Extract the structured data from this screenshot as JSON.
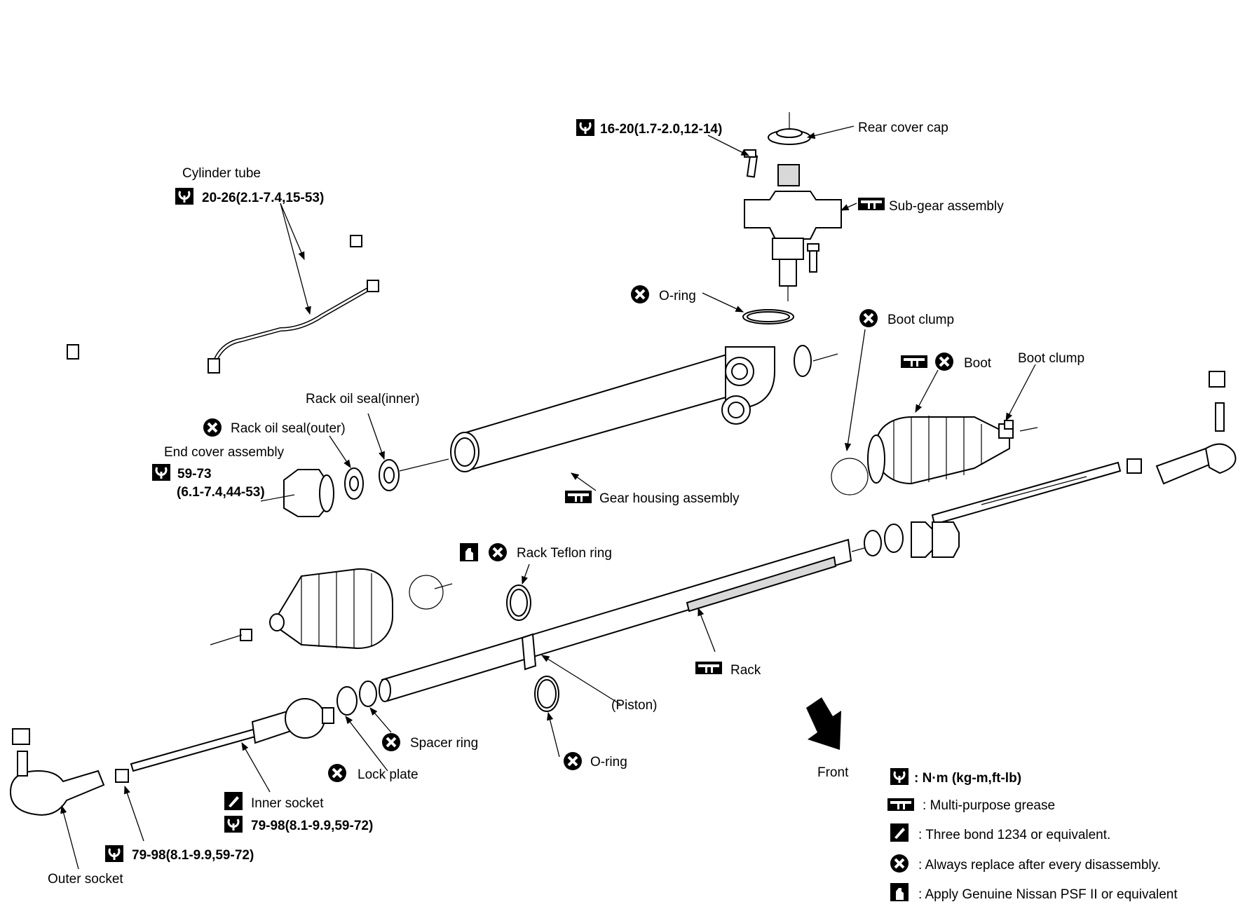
{
  "labels": {
    "rear_cover_cap": "Rear cover cap",
    "sub_gear_torque": "16-20(1.7-2.0,12-14)",
    "sub_gear_assembly": "Sub-gear assembly",
    "cylinder_tube": "Cylinder tube",
    "cylinder_tube_torque": "20-26(2.1-7.4,15-53)",
    "o_ring_top": "O-ring",
    "boot_clump_1": "Boot clump",
    "boot": "Boot",
    "boot_clump_2": "Boot clump",
    "rack_oil_seal_inner": "Rack oil seal(inner)",
    "rack_oil_seal_outer": "Rack oil seal(outer)",
    "end_cover_assembly": "End cover assembly",
    "end_cover_torque_1": "59-73",
    "end_cover_torque_2": "(6.1-7.4,44-53)",
    "gear_housing_assembly": "Gear housing assembly",
    "rack_teflon_ring": "Rack Teflon ring",
    "rack": "Rack",
    "piston": "(Piston)",
    "spacer_ring": "Spacer ring",
    "lock_plate": "Lock plate",
    "o_ring_bottom": "O-ring",
    "inner_socket": "Inner socket",
    "inner_socket_torque": "79-98(8.1-9.9,59-72)",
    "outer_socket_torque": "79-98(8.1-9.9,59-72)",
    "outer_socket": "Outer socket",
    "front": "Front"
  },
  "legend": {
    "torque": ": N·m (kg-m,ft-lb)",
    "grease": ": Multi-purpose grease",
    "three_bond": ": Three bond 1234 or equivalent.",
    "replace": ": Always replace after every disassembly.",
    "psf": ": Apply Genuine Nissan PSF II or equivalent"
  },
  "icons": {
    "torque": "torque-wrench-icon",
    "grease": "grease-icon",
    "three_bond": "sealant-icon",
    "replace": "replace-x-icon",
    "psf": "fluid-bottle-icon"
  },
  "colors": {
    "line": "#000000",
    "background": "#ffffff"
  }
}
